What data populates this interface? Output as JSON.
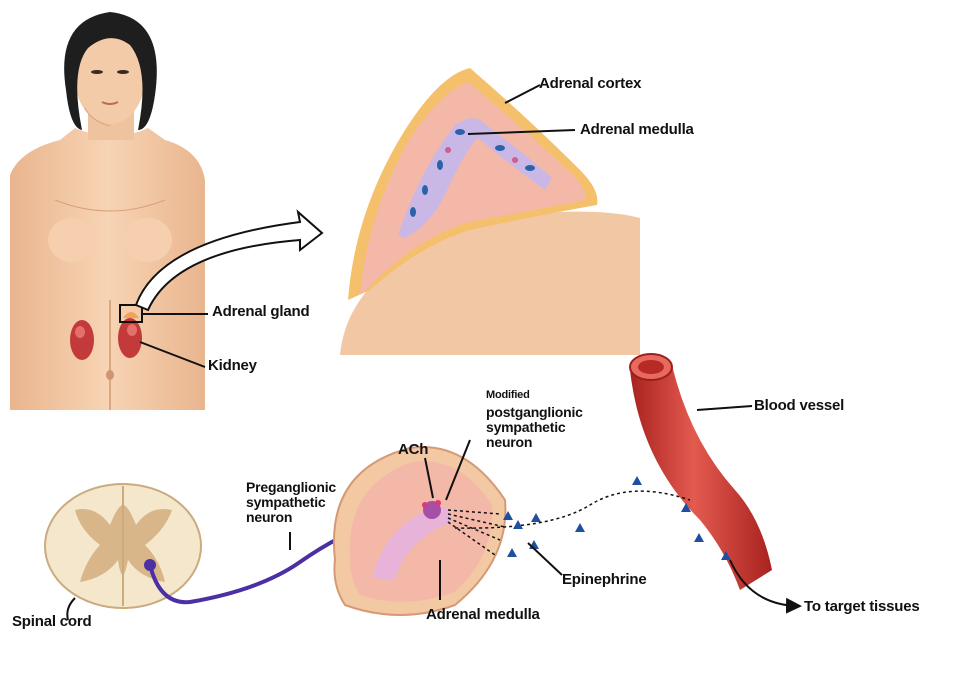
{
  "labels": {
    "adrenal_cortex": "Adrenal cortex",
    "adrenal_medulla_top": "Adrenal medulla",
    "adrenal_gland": "Adrenal gland",
    "kidney": "Kidney",
    "blood_vessel": "Blood vessel",
    "modified": "Modified",
    "postganglionic": "postganglionic",
    "sympathetic_top": "sympathetic",
    "neuron_top": "neuron",
    "ach": "ACh",
    "preganglionic": "Preganglionic",
    "sympathetic_bottom": "sympathetic",
    "neuron_bottom": "neuron",
    "epinephrine": "Epinephrine",
    "adrenal_medulla_bottom": "Adrenal medulla",
    "spinal_cord": "Spinal cord",
    "to_target_tissues": "To target tissues"
  },
  "colors": {
    "skin": "#f3c9a4",
    "cortex": "#f4b8a8",
    "medulla": "#c9b7e6",
    "vessel": "#d8403a",
    "neuron": "#4b2fa3",
    "kidney": "#c23a3a",
    "epinephrine_dot": "#1f4fa0"
  }
}
